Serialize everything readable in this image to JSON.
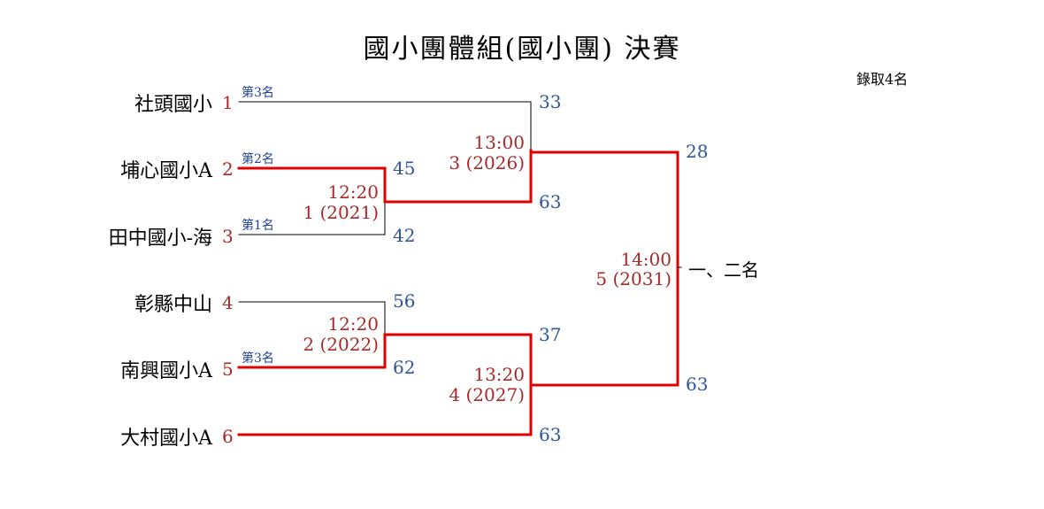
{
  "title": "國小團體組(國小團) 決賽",
  "quota": "錄取4名",
  "teams": [
    {
      "name": "社頭國小",
      "seed": "1",
      "rank": "第3名"
    },
    {
      "name": "埔心國小A",
      "seed": "2",
      "rank": "第2名"
    },
    {
      "name": "田中國小-海",
      "seed": "3",
      "rank": "第1名"
    },
    {
      "name": "彰縣中山",
      "seed": "4",
      "rank": ""
    },
    {
      "name": "南興國小A",
      "seed": "5",
      "rank": "第3名"
    },
    {
      "name": "大村國小A",
      "seed": "6",
      "rank": ""
    }
  ],
  "matches": [
    {
      "time": "12:20",
      "label": "1 (2021)",
      "score_top": "45",
      "score_bottom": "42"
    },
    {
      "time": "12:20",
      "label": "2 (2022)",
      "score_top": "56",
      "score_bottom": "62"
    },
    {
      "time": "13:00",
      "label": "3 (2026)",
      "score_top": "33",
      "score_bottom": "63"
    },
    {
      "time": "13:20",
      "label": "4 (2027)",
      "score_top": "37",
      "score_bottom": "63"
    },
    {
      "time": "14:00",
      "label": "5 (2031)",
      "score_top": "28",
      "score_bottom": "63"
    }
  ],
  "final_label": "一、二名",
  "colors": {
    "winner_line": "#e00000",
    "normal_line": "#000000",
    "score": "#2f5597",
    "seed": "#a52a2a",
    "rank": "#1f3f9a"
  }
}
